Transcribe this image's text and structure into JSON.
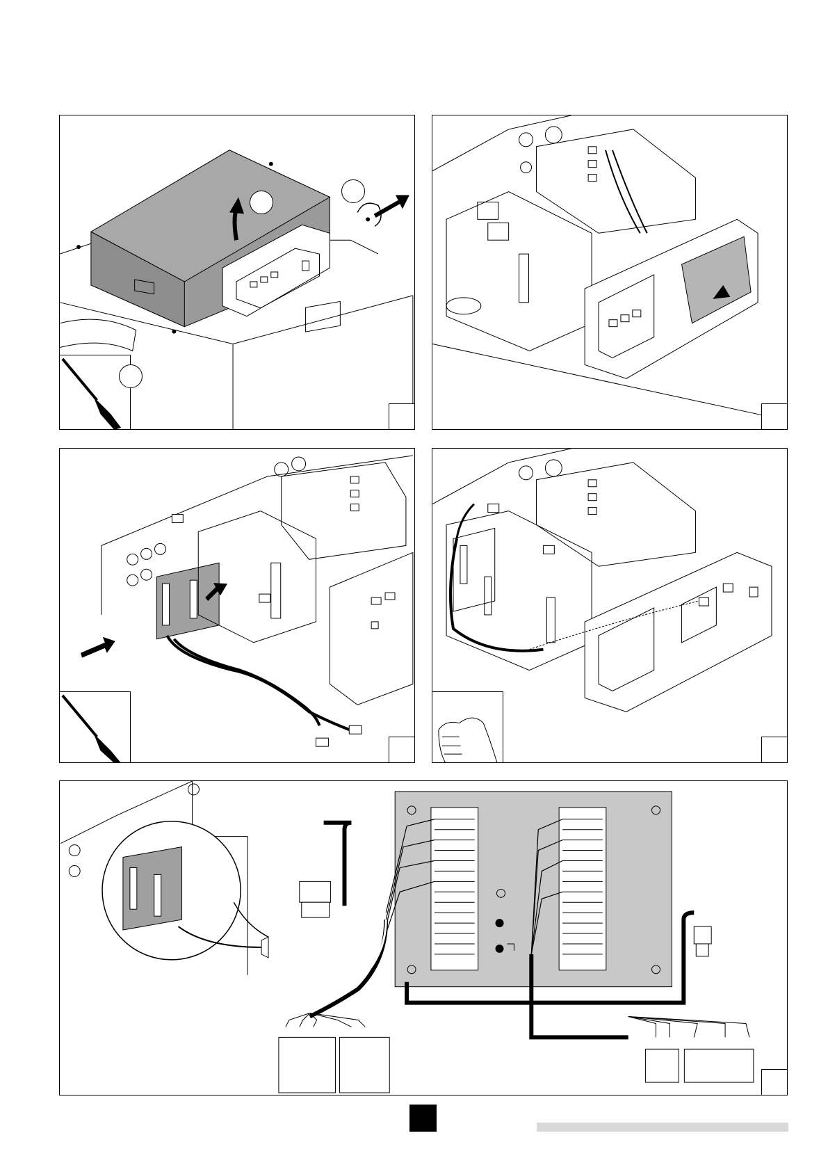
{
  "page": {
    "page_number": "",
    "footer_bar_color": "#d9d9d9",
    "marker_color": "#000000"
  },
  "figures": [
    {
      "id": "fig-1",
      "step_label": "",
      "callouts": [
        "",
        "",
        ""
      ],
      "description_icon": "remove-cover"
    },
    {
      "id": "fig-2",
      "step_label": "",
      "callouts": [],
      "description_icon": "remove-label"
    },
    {
      "id": "fig-3",
      "step_label": "",
      "callouts": [],
      "description_icon": "install-pcb"
    },
    {
      "id": "fig-4",
      "step_label": "",
      "callouts": [],
      "description_icon": "route-cables"
    },
    {
      "id": "fig-5",
      "step_label": "",
      "callouts": [],
      "description_icon": "wiring-diagram"
    }
  ],
  "icons": [
    "arrow-icon",
    "screwdriver-icon",
    "hand-icon",
    "fan-symbol-icon",
    "pump-symbol-icon",
    "tap-symbol-icon"
  ]
}
